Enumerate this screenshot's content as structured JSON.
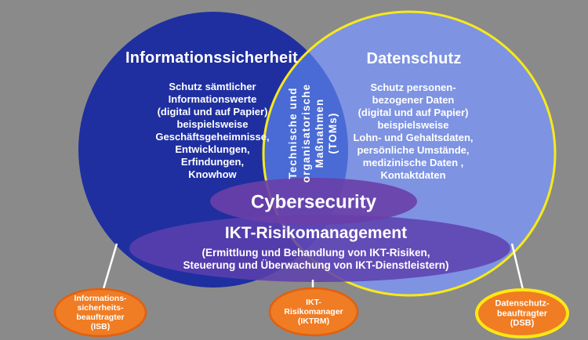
{
  "background_color": "#8a8a8a",
  "diagram": {
    "left_circle": {
      "title": "Informationssicherheit",
      "body_lines": [
        "Schutz sämtlicher",
        "Informationswerte",
        "(digital und auf Papier)",
        "beispielsweise",
        "Geschäftsgeheimnisse,",
        "Entwicklungen,",
        "Erfindungen,",
        "Knowhow"
      ],
      "fill": "#1f2fa0"
    },
    "right_circle": {
      "title": "Datenschutz",
      "body_lines": [
        "Schutz personen-",
        "bezogener Daten",
        "(digital und auf Papier)",
        "beispielsweise",
        "Lohn- und Gehaltsdaten,",
        "persönliche Umstände,",
        "medizinische Daten ,",
        "Kontaktdaten"
      ],
      "fill": "#7e93e2",
      "border_color": "#f6e91b"
    },
    "overlap": {
      "lines": [
        "Technische und",
        "organisatorische",
        "Maßnahmen",
        "(TOMs)"
      ],
      "fill": "#4a6bd5"
    },
    "cybersecurity": {
      "label": "Cybersecurity",
      "fill": "#6a3fa8"
    },
    "ikt": {
      "title": "IKT-Risikomanagement",
      "subtitle_lines": [
        "(Ermittlung und Behandlung von IKT-Risiken,",
        "Steuerung und Überwachung von IKT-Dienstleistern)"
      ],
      "fill": "#5d3fae"
    },
    "roles": [
      {
        "id": "isb",
        "lines": [
          "Informations-",
          "sicherheits-",
          "beauftragter",
          "(ISB)"
        ],
        "fill": "#f07c23",
        "border_color": "#e0600f"
      },
      {
        "id": "iktrm",
        "lines": [
          "IKT-",
          "Risikomanager",
          "(IKTRM)"
        ],
        "fill": "#f07c23",
        "border_color": "#e0600f"
      },
      {
        "id": "dsb",
        "lines": [
          "Datenschutz-",
          "beauftragter",
          "(DSB)"
        ],
        "fill": "#f07c23",
        "border_color": "#ffe712"
      }
    ],
    "connector_color": "#ffffff",
    "text_color": "#ffffff"
  }
}
